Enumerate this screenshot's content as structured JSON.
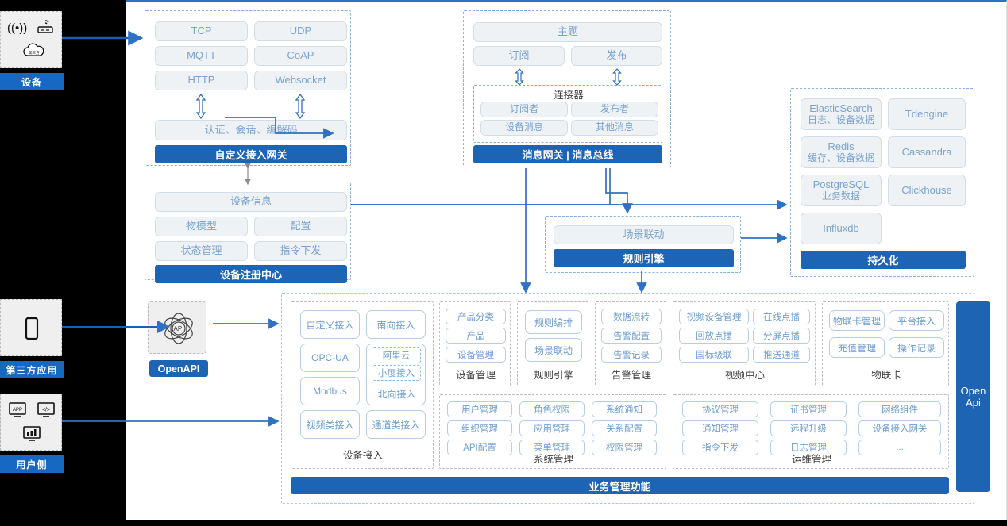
{
  "diagram": {
    "title": "IoT Platform Architecture",
    "colors": {
      "primary_blue": "#1e64b4",
      "line_blue": "#2f72c4",
      "pill_text": "#7aa3cf",
      "pill_fill": "#eef2f5",
      "rail_bg": "#000000",
      "canvas_bg": "#ffffff"
    }
  },
  "rail": {
    "groups": [
      {
        "label": "设备",
        "icons": [
          "signal-icon",
          "router-icon",
          "cloud-icon"
        ]
      },
      {
        "label": "第三方应用",
        "icons": [
          "mobile-phone-icon"
        ]
      },
      {
        "label": "用户侧",
        "icons": [
          "app-window-icon",
          "code-window-icon",
          "dashboard-window-icon"
        ]
      }
    ]
  },
  "gateway": {
    "protocols": [
      "TCP",
      "UDP",
      "MQTT",
      "CoAP",
      "HTTP",
      "Websocket"
    ],
    "middle": "认证、会话、编解码",
    "bar": "自定义接入网关"
  },
  "message_bus": {
    "topic": "主题",
    "subscribe": "订阅",
    "publish": "发布",
    "connector_title": "连接器",
    "connector_items": [
      "订阅者",
      "发布者",
      "设备消息",
      "其他消息"
    ],
    "bar": "消息网关 | 消息总线"
  },
  "registry": {
    "info": "设备信息",
    "items": [
      "物模型",
      "配置",
      "状态管理",
      "指令下发"
    ],
    "bar": "设备注册中心"
  },
  "rule_engine": {
    "scene": "场景联动",
    "bar": "规则引擎"
  },
  "persistence": {
    "left_items": [
      {
        "name": "ElasticSearch",
        "sub": "日志、设备数据"
      },
      {
        "name": "Redis",
        "sub": "缓存、设备数据"
      },
      {
        "name": "PostgreSQL",
        "sub": "业务数据"
      },
      {
        "name": "Influxdb",
        "sub": ""
      }
    ],
    "right_items": [
      {
        "name": "Tdengine",
        "sub": ""
      },
      {
        "name": "Cassandra",
        "sub": ""
      },
      {
        "name": "Clickhouse",
        "sub": ""
      }
    ],
    "bar": "持久化"
  },
  "openapi": {
    "icon": "api-atom-icon",
    "label": "OpenAPI"
  },
  "open_api_side": {
    "line1": "Open",
    "line2": "Api"
  },
  "business": {
    "bar": "业务管理功能",
    "device_access": {
      "caption": "设备接入",
      "left": [
        "自定义接入",
        "OPC-UA",
        "Modbus",
        "视频类接入"
      ],
      "right_top": "南向接入",
      "nested": [
        "阿里云",
        "小度接入"
      ],
      "nested_caption": "北向接入",
      "right_bottom": "通道类接入"
    },
    "columns_row1": [
      {
        "caption": "设备管理",
        "items": [
          "产品分类",
          "产品",
          "设备管理"
        ]
      },
      {
        "caption": "规则引擎",
        "items": [
          "规则编排",
          "场景联动"
        ]
      },
      {
        "caption": "告警管理",
        "items": [
          "数据流转",
          "告警配置",
          "告警记录"
        ]
      },
      {
        "caption": "视频中心",
        "items": [
          "视频设备管理",
          "在线点播",
          "回放点播",
          "分屏点播",
          "国标级联",
          "推送通道"
        ]
      },
      {
        "caption": "物联卡",
        "items": [
          "物联卡管理",
          "平台接入",
          "充值管理",
          "操作记录"
        ]
      }
    ],
    "columns_row2": [
      {
        "caption": "系统管理",
        "items": [
          "用户管理",
          "角色权限",
          "系统通知",
          "组织管理",
          "应用管理",
          "关系配置",
          "API配置",
          "菜单管理",
          "权限管理"
        ]
      },
      {
        "caption": "运维管理",
        "items": [
          "协议管理",
          "证书管理",
          "网络组件",
          "通知管理",
          "远程升级",
          "设备接入网关",
          "指令下发",
          "日志管理",
          "..."
        ]
      }
    ]
  }
}
